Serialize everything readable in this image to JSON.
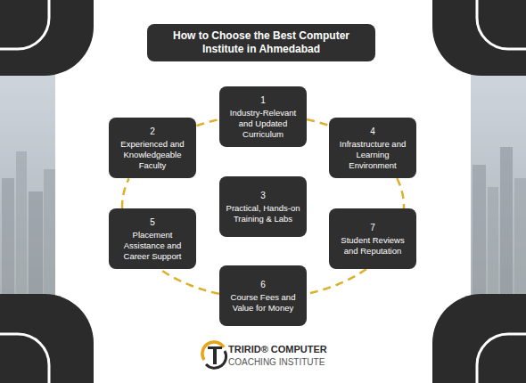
{
  "diagram": {
    "title": "How to Choose the Best Computer Institute in Ahmedabad",
    "nodes": [
      {
        "text": [
          "1",
          "Industry-Relevant and Updated Curriculum"
        ]
      },
      {
        "text": [
          "2",
          "Experienced and Knowledgeable Faculty"
        ]
      },
      {
        "text": [
          "4",
          "Infrastructure and Learning Environment"
        ]
      },
      {
        "text": [
          "3",
          "Practical, Hands-on Training & Labs"
        ]
      },
      {
        "text": [
          "5",
          "Placement Assistance and Career Support"
        ]
      },
      {
        "text": [
          "7",
          "Student Reviews and Reputation"
        ]
      },
      {
        "text": [
          "6",
          "Course Fees and Value for Money"
        ]
      }
    ],
    "edges": [
      {
        "from": 0,
        "to": 2,
        "arrow": "none"
      },
      {
        "from": 2,
        "to": 5,
        "arrow": "none"
      },
      {
        "from": 5,
        "to": 6,
        "arrow": "none"
      },
      {
        "from": 6,
        "to": 4,
        "arrow": "none"
      },
      {
        "from": 4,
        "to": 1,
        "arrow": "none"
      },
      {
        "from": 1,
        "to": 0,
        "arrow": "none"
      }
    ],
    "labels": [
      "TRIRID® COMPUTER",
      "COACHING INSTITUTE"
    ]
  }
}
